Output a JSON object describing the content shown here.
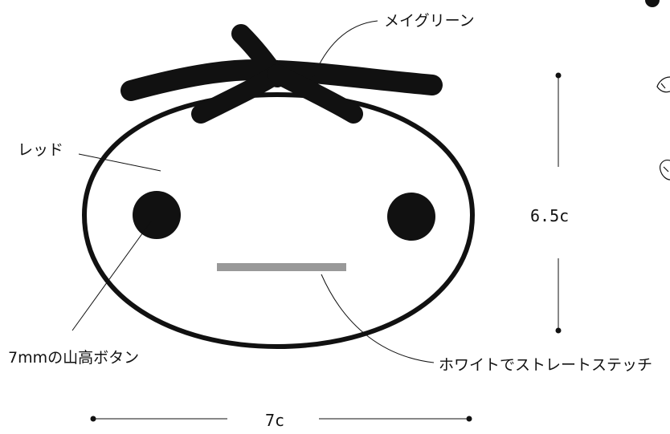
{
  "labels": {
    "stem": "メイグリーン",
    "body": "レッド",
    "eyes": "7mmの山高ボタン",
    "mouth": "ホワイトでストレートステッチ"
  },
  "dimensions": {
    "height": "6.5c",
    "width": "7c"
  },
  "colors": {
    "outline": "#111111",
    "mouth": "#999999",
    "background": "#ffffff"
  }
}
